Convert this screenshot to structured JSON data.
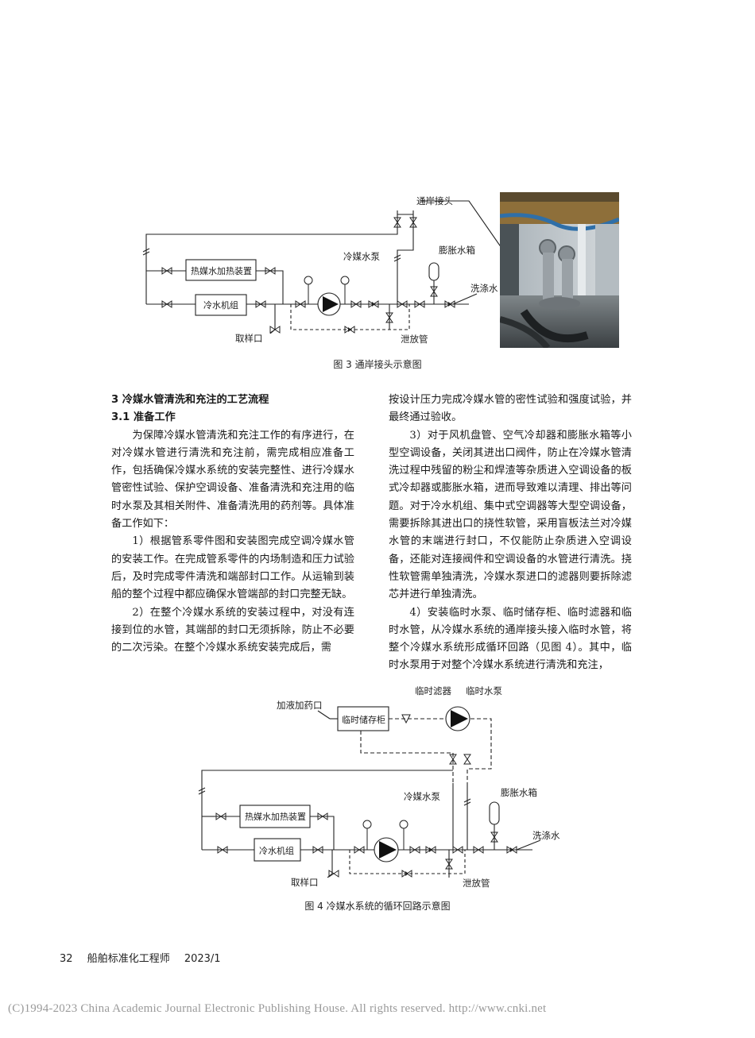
{
  "figure3": {
    "caption": "图 3   通岸接头示意图",
    "labels": {
      "shore_connection": "通岸接头",
      "heater": "热媒水加热装置",
      "chiller": "冷水机组",
      "pump": "冷媒水泵",
      "expansion_tank": "膨胀水箱",
      "wash_water": "洗涤水",
      "sampling_port": "取样口",
      "drain_pipe": "泄放管"
    }
  },
  "section3": {
    "heading": "3   冷媒水管清洗和充注的工艺流程",
    "sub_heading": "3.1   准备工作",
    "left_paragraphs": [
      "为保障冷媒水管清洗和充注工作的有序进行，在对冷媒水管进行清洗和充注前，需完成相应准备工作，包括确保冷媒水系统的安装完整性、进行冷媒水管密性试验、保护空调设备、准备清洗和充注用的临时水泵及其相关附件、准备清洗用的药剂等。具体准备工作如下：",
      "1）根据管系零件图和安装图完成空调冷媒水管的安装工作。在完成管系零件的内场制造和压力试验后，及时完成零件清洗和端部封口工作。从运输到装船的整个过程中都应确保水管端部的封口完整无缺。",
      "2）在整个冷媒水系统的安装过程中，对没有连接到位的水管，其端部的封口无须拆除，防止不必要的二次污染。在整个冷媒水系统安装完成后，需"
    ],
    "right_continuation": "按设计压力完成冷媒水管的密性试验和强度试验，并最终通过验收。",
    "right_paragraphs": [
      "3）对于风机盘管、空气冷却器和膨胀水箱等小型空调设备，关闭其进出口阀件，防止在冷媒水管清洗过程中残留的粉尘和焊渣等杂质进入空调设备的板式冷却器或膨胀水箱，进而导致难以清理、排出等问题。对于冷水机组、集中式空调器等大型空调设备，需要拆除其进出口的挠性软管，采用盲板法兰对冷媒水管的末端进行封口，不仅能防止杂质进入空调设备，还能对连接阀件和空调设备的水管进行清洗。挠性软管需单独清洗，冷媒水泵进口的滤器则要拆除滤芯并进行单独清洗。",
      "4）安装临时水泵、临时储存柜、临时滤器和临时水管，从冷媒水系统的通岸接头接入临时水管，将整个冷媒水系统形成循环回路（见图 4）。其中，临时水泵用于对整个冷媒水系统进行清洗和充注，"
    ]
  },
  "figure4": {
    "caption": "图 4   冷媒水系统的循环回路示意图",
    "labels": {
      "dosing_port": "加液加药口",
      "temp_tank": "临时储存柜",
      "temp_filter": "临时滤器",
      "temp_pump": "临时水泵",
      "heater": "热媒水加热装置",
      "chiller": "冷水机组",
      "pump": "冷媒水泵",
      "expansion_tank": "膨胀水箱",
      "wash_water": "洗涤水",
      "sampling_port": "取样口",
      "drain_pipe": "泄放管"
    }
  },
  "footer": {
    "page_number": "32",
    "journal": "船舶标准化工程师",
    "issue": "2023/1"
  },
  "copyright": "(C)1994-2023 China Academic Journal Electronic Publishing House. All rights reserved.    http://www.cnki.net",
  "colors": {
    "text": "#1a1a1a",
    "watermark": "#9a9a9a"
  }
}
